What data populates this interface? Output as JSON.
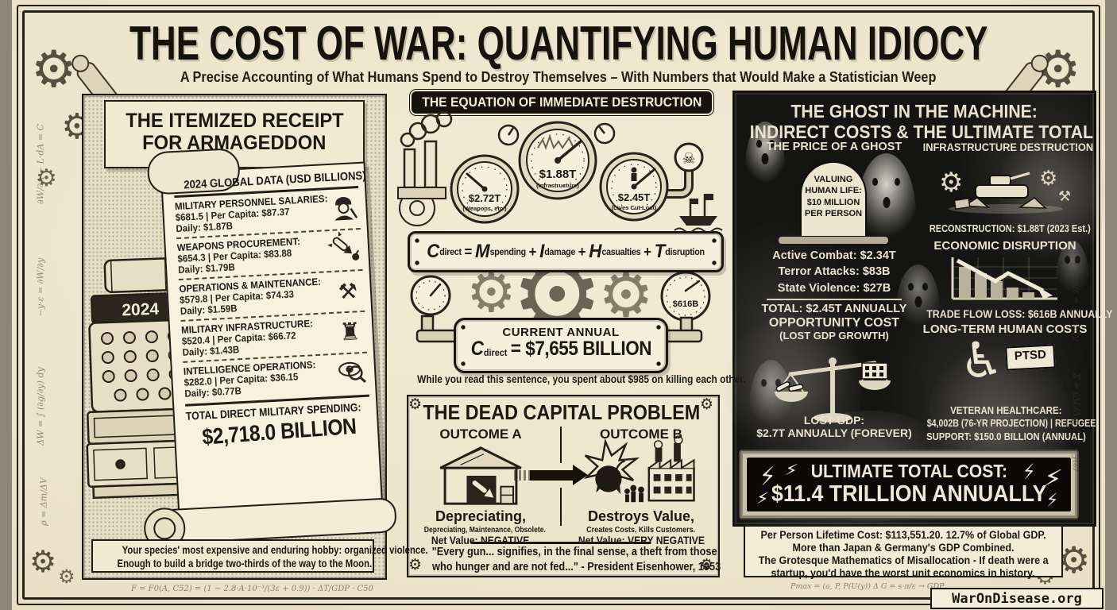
{
  "page": {
    "title": "THE COST OF WAR: QUANTIFYING HUMAN IDIOCY",
    "subtitle": "A Precise Accounting of What Humans Spend to Destroy Themselves – With Numbers that Would Make a Statistician Weep",
    "site": "WarOnDisease.org"
  },
  "colors": {
    "parchment": "#efe7d0",
    "ink": "#1c1812",
    "dark_panel": "#141412",
    "cream_text": "#e9e2cf"
  },
  "left_panel": {
    "banner_line1": "THE ITEMIZED RECEIPT",
    "banner_line2": "FOR ARMAGEDDON",
    "register_year": "2024",
    "receipt_header": "2024 GLOBAL DATA (USD BILLIONS)",
    "items": [
      {
        "label": "MILITARY PERSONNEL SALARIES:",
        "amount": "$681.5 | Per Capita: $87.37",
        "daily": "Daily: $1.87B",
        "icon": "soldier-icon"
      },
      {
        "label": "WEAPONS PROCUREMENT:",
        "amount": "$654.3 | Per Capita: $83.88",
        "daily": "Daily: $1.79B",
        "icon": "missile-icon"
      },
      {
        "label": "OPERATIONS & MAINTENANCE:",
        "amount": "$579.8 | Per Capita: $74.33",
        "daily": "Daily: $1.59B",
        "icon": "tools-icon"
      },
      {
        "label": "MILITARY INFRASTRUCTURE:",
        "amount": "$520.4 | Per Capita: $66.72",
        "daily": "Daily: $1.43B",
        "icon": "castle-icon"
      },
      {
        "label": "INTELLIGENCE OPERATIONS:",
        "amount": "$282.0 | Per Capita: $36.15",
        "daily": "Daily: $0.77B",
        "icon": "eye-icon"
      }
    ],
    "total_label": "TOTAL DIRECT MILITARY SPENDING:",
    "total_value": "$2,718.0 BILLION",
    "footer_line1": "Your species' most expensive and enduring hobby: organized violence.",
    "footer_line2": "Enough to build a bridge two-thirds of the way to the Moon."
  },
  "middle_panel": {
    "header": "THE EQUATION OF IMMEDIATE DESTRUCTION",
    "gauges": [
      {
        "value": "$2.72T",
        "label": "(Weapons, etc.)"
      },
      {
        "value": "$1.88T",
        "label": "(Infrastructure)"
      },
      {
        "value": "$2.45T",
        "label": "(Lives Cut Lost)"
      }
    ],
    "small_gauge_value": "$616B",
    "equation": {
      "lhs": "C",
      "lhs_sub": "direct",
      "equals": "=",
      "plus": "+",
      "m": "M",
      "m_sub": "spending",
      "i": "I",
      "i_sub": "damage",
      "h": "H",
      "h_sub": "casualties",
      "t": "T",
      "t_sub": "disruption"
    },
    "annual_label": "CURRENT ANNUAL",
    "annual_lhs": "C",
    "annual_lhs_sub": "direct",
    "annual_value": "= $7,655 BILLION",
    "tagline": "While you read this sentence, you spent about $985 on killing each other."
  },
  "dead_capital": {
    "title": "THE DEAD CAPITAL PROBLEM",
    "outcome_a": {
      "heading": "OUTCOME A",
      "line1": "Depreciating,",
      "line2": "Depreciating, Maintenance, Obsolete.",
      "line3": "Net Value: NEGATIVE"
    },
    "outcome_b": {
      "heading": "OUTCOME B",
      "line1": "Destroys Value,",
      "line2": "Creates Costs, Kills Customers.",
      "line3": "Net Value: VERY NEGATIVE"
    },
    "quote_line1": "\"Every gun... signifies, in the final sense, a theft from those",
    "quote_line2": "who hunger and are not fed...\" - President Eisenhower, 1953"
  },
  "right_panel": {
    "title_line1": "THE GHOST IN THE MACHINE:",
    "title_line2": "INDIRECT COSTS & THE ULTIMATE TOTAL",
    "ghost_section": {
      "heading": "THE PRICE OF A GHOST",
      "tombstone_line1": "VALUING",
      "tombstone_line2": "HUMAN LIFE:",
      "tombstone_line3": "$10 MILLION",
      "tombstone_line4": "PER PERSON",
      "item1": "Active Combat: $2.34T",
      "item2": "Terror Attacks: $83B",
      "item3": "State Violence: $27B",
      "total": "TOTAL: $2.45T ANNUALLY"
    },
    "infrastructure_section": {
      "heading": "INFRASTRUCTURE DESTRUCTION",
      "reconstruction": "RECONSTRUCTION: $1.88T (2023 Est.)",
      "economic_heading": "ECONOMIC DISRUPTION",
      "trade_loss": "TRADE FLOW LOSS: $616B ANNUALLY"
    },
    "opportunity_section": {
      "heading": "OPPORTUNITY COST",
      "subheading": "(LOST GDP GROWTH)",
      "lost_line1": "LOST GDP:",
      "lost_line2": "$2.7T ANNUALLY (FOREVER)"
    },
    "human_section": {
      "heading": "LONG-TERM HUMAN COSTS",
      "ptsd_badge": "PTSD",
      "line1": "VETERAN HEALTHCARE:",
      "line2": "$4,002B (76-YR PROJECTION) | REFUGEE",
      "line3": "SUPPORT: $150.0 BILLION (ANNUAL)"
    },
    "ultimate": {
      "line1": "ULTIMATE TOTAL COST:",
      "line2": "$11.4 TRILLION ANNUALLY"
    },
    "footer_line1": "Per Person Lifetime Cost: $113,551.20. 12.7% of Global GDP.",
    "footer_line2": "More than Japan & Germany's GDP Combined.",
    "footer_line3": "The Grotesque Mathematics of Misallocation - If death were a",
    "footer_line4": "startup, you'd have the worst unit economics in history."
  },
  "margin_notes": {
    "left1": "∂W/∂A − L·dA = C",
    "left2": "−y·ε = ∂W/∂y",
    "left3": "ΔW = ∫ (∂g/∂y) dy",
    "left4": "ρ = Δm/ΔV",
    "right1": "f(x) = ΔN/Δy²",
    "right2": "W' = s/ε = ∫ ΔA/dy",
    "right3": "Σ = (ΔL/Δg)(f/ε) − J(ε)",
    "bottom_left": "F = F0(A, C52) = (1 − 2.8·A·10⁻³/(3ε + 0.9)) · ΔT/GDP · C50",
    "bottom_right": "Pmax = (a, P, P(U(y)) Δ   G = s·π/ε → GDP"
  }
}
